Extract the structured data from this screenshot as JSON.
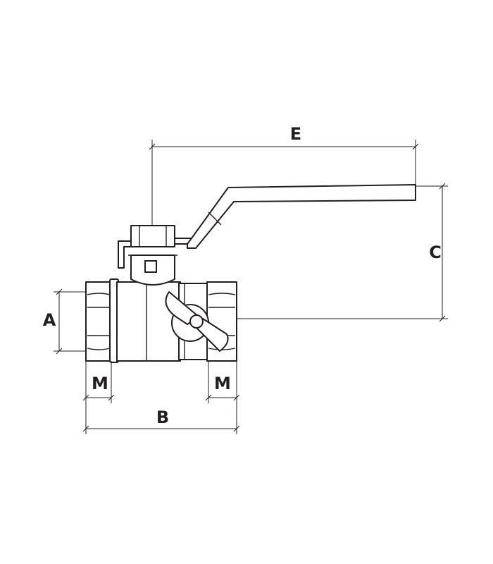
{
  "dimension_labels": {
    "a": "A",
    "b": "B",
    "c": "C",
    "e": "E",
    "m_left": "M",
    "m_right": "M"
  },
  "colors": {
    "line": "#231f20",
    "background": "#ffffff"
  }
}
